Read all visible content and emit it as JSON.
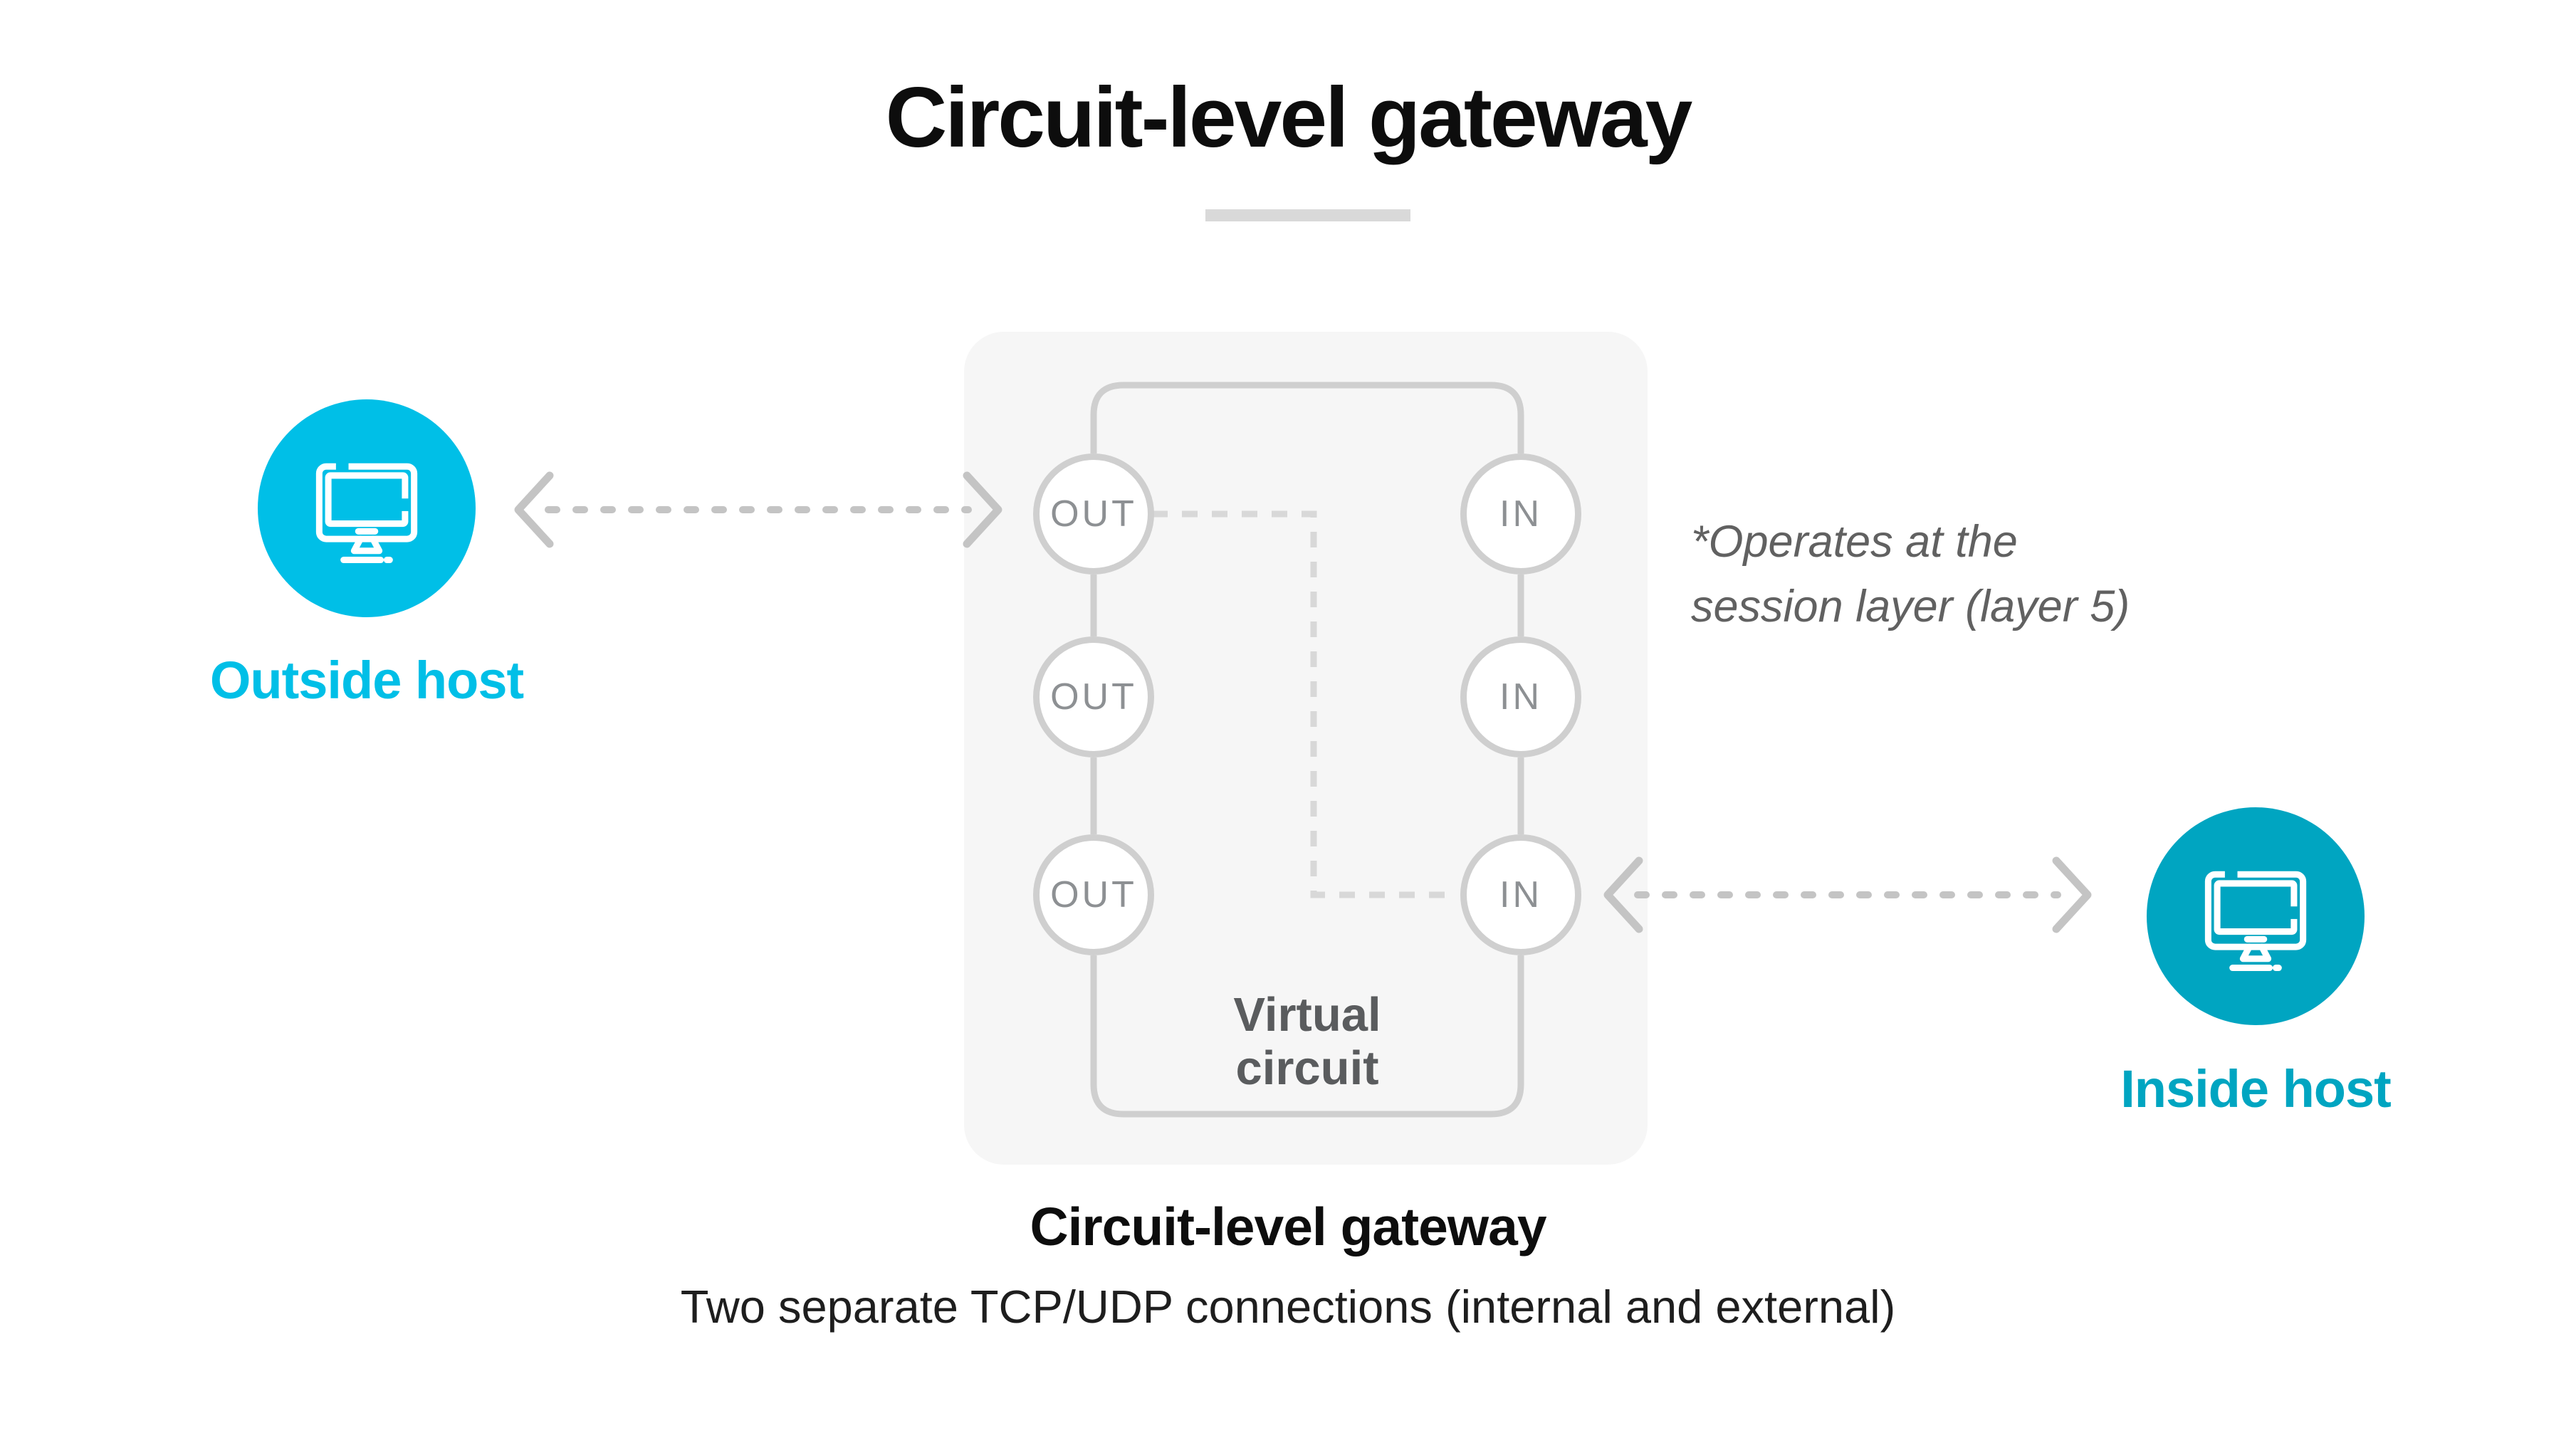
{
  "title": "Circuit-level gateway",
  "outside_host": {
    "label": "Outside host"
  },
  "inside_host": {
    "label": "Inside host"
  },
  "gateway": {
    "out_labels": [
      "OUT",
      "OUT",
      "OUT"
    ],
    "in_labels": [
      "IN",
      "IN",
      "IN"
    ],
    "virtual_circuit": {
      "line1": "Virtual",
      "line2": "circuit"
    }
  },
  "annotation": {
    "line1": "*Operates at the",
    "line2": "session layer (layer 5)"
  },
  "footer": {
    "title": "Circuit-level gateway",
    "caption": "Two separate TCP/UDP connections (internal and external)"
  },
  "colors": {
    "outside_host": "#00bfe7",
    "inside_host": "#00a5c1",
    "box_bg": "#f6f6f6",
    "line_gray": "#cfcfcf",
    "dash_gray": "#d8d8d8",
    "arrow_gray": "#c4c4c4",
    "node_text": "#8d9093",
    "virtual_text": "#5a5c5e",
    "annotation_text": "#616161",
    "heading_text": "#0d0d0d",
    "divider": "#d9d9d9"
  }
}
